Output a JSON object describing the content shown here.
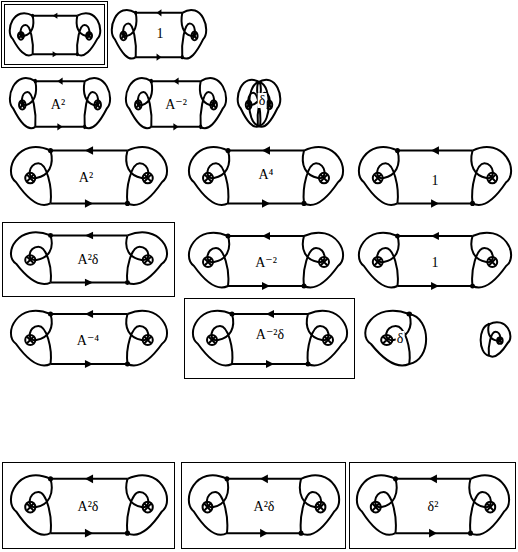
{
  "diagram": {
    "labels": [
      "1",
      "A²",
      "A⁻²",
      "δ",
      "A²",
      "A⁴",
      "1",
      "A²δ",
      "A⁻²",
      "1",
      "A⁻⁴",
      "A⁻²δ",
      "δ",
      "A²δ",
      "A²δ",
      "δ²"
    ]
  }
}
